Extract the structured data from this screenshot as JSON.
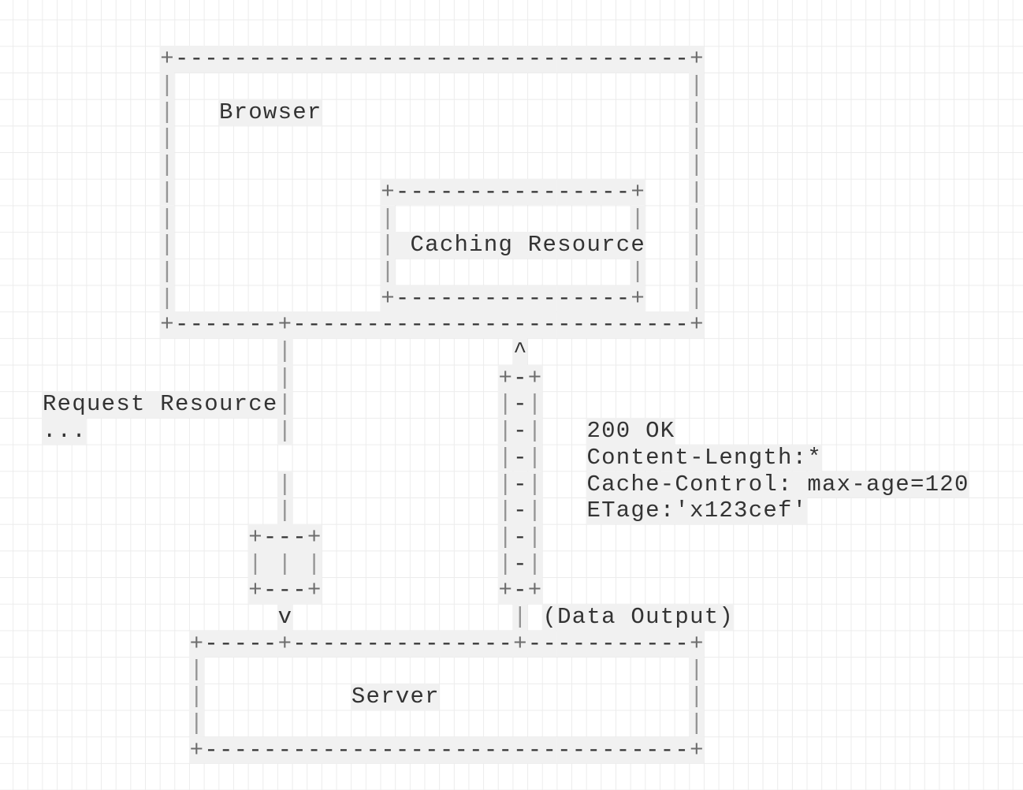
{
  "diagram": {
    "kind": "ascii-flow-diagram",
    "colors": {
      "background": "#ffffff",
      "grid_line": "#ececec",
      "cell_highlight": "#f1f1f1",
      "glyph": "#333333",
      "glyph_vertical_bar": "#949494",
      "glyph_plus_joint": "#6d6d6d"
    },
    "nodes": [
      {
        "id": "browser",
        "label": "Browser",
        "grid_rect": {
          "c0": 8,
          "r0": 0,
          "c1": 44,
          "r1": 10
        }
      },
      {
        "id": "caching-resource",
        "label": "Caching Resource",
        "parent": "browser",
        "grid_rect": {
          "c0": 23,
          "r0": 5,
          "c1": 40,
          "r1": 9
        }
      },
      {
        "id": "server",
        "label": "Server",
        "grid_rect": {
          "c0": 10,
          "r0": 22,
          "c1": 44,
          "r1": 26
        }
      }
    ],
    "flows": [
      {
        "from": "Browser",
        "to": "Server",
        "direction": "down",
        "arrow_glyph": "v",
        "label": "Request Resource",
        "label_continuation": "..."
      },
      {
        "from": "Server",
        "to": "Browser",
        "direction": "up",
        "arrow_glyph": "^",
        "label": "200 OK",
        "headers": [
          "Content-Length:*",
          "Cache-Control: max-age=120",
          "ETage:'x123cef'"
        ],
        "annotation": "(Data Output)"
      }
    ],
    "rows": [
      {
        "row": 0,
        "segments": [
          {
            "col": 8,
            "text": "+-----------------------------------+"
          }
        ]
      },
      {
        "row": 1,
        "segments": [
          {
            "col": 8,
            "text": "|"
          },
          {
            "col": 44,
            "text": "|"
          }
        ]
      },
      {
        "row": 2,
        "segments": [
          {
            "col": 8,
            "text": "|"
          },
          {
            "col": 12,
            "text": "Browser"
          },
          {
            "col": 44,
            "text": "|"
          }
        ]
      },
      {
        "row": 3,
        "segments": [
          {
            "col": 8,
            "text": "|"
          },
          {
            "col": 44,
            "text": "|"
          }
        ]
      },
      {
        "row": 4,
        "segments": [
          {
            "col": 8,
            "text": "|"
          },
          {
            "col": 44,
            "text": "|"
          }
        ]
      },
      {
        "row": 5,
        "segments": [
          {
            "col": 8,
            "text": "|"
          },
          {
            "col": 23,
            "text": "+----------------+"
          },
          {
            "col": 44,
            "text": "|"
          }
        ]
      },
      {
        "row": 6,
        "segments": [
          {
            "col": 8,
            "text": "|"
          },
          {
            "col": 23,
            "text": "|"
          },
          {
            "col": 40,
            "text": "|"
          },
          {
            "col": 44,
            "text": "|"
          }
        ]
      },
      {
        "row": 7,
        "segments": [
          {
            "col": 8,
            "text": "|"
          },
          {
            "col": 23,
            "text": "| Caching Resource"
          },
          {
            "col": 44,
            "text": "|"
          }
        ]
      },
      {
        "row": 8,
        "segments": [
          {
            "col": 8,
            "text": "|"
          },
          {
            "col": 23,
            "text": "|"
          },
          {
            "col": 40,
            "text": "|"
          },
          {
            "col": 44,
            "text": "|"
          }
        ]
      },
      {
        "row": 9,
        "segments": [
          {
            "col": 8,
            "text": "|"
          },
          {
            "col": 23,
            "text": "+----------------+"
          },
          {
            "col": 44,
            "text": "|"
          }
        ]
      },
      {
        "row": 10,
        "segments": [
          {
            "col": 8,
            "text": "+-------+---------------------------+"
          }
        ]
      },
      {
        "row": 11,
        "segments": [
          {
            "col": 16,
            "text": "|"
          },
          {
            "col": 32,
            "text": "^"
          }
        ]
      },
      {
        "row": 12,
        "segments": [
          {
            "col": 16,
            "text": "|"
          },
          {
            "col": 31,
            "text": "+-+"
          }
        ]
      },
      {
        "row": 13,
        "segments": [
          {
            "col": 0,
            "text": "Request Resource|"
          },
          {
            "col": 31,
            "text": "|-|"
          }
        ]
      },
      {
        "row": 14,
        "segments": [
          {
            "col": 0,
            "text": "..."
          },
          {
            "col": 16,
            "text": "|"
          },
          {
            "col": 31,
            "text": "|-|"
          },
          {
            "col": 37,
            "text": "200 OK"
          }
        ]
      },
      {
        "row": 15,
        "segments": [
          {
            "col": 31,
            "text": "|-|"
          },
          {
            "col": 37,
            "text": "Content-Length:*"
          }
        ]
      },
      {
        "row": 16,
        "segments": [
          {
            "col": 16,
            "text": "|"
          },
          {
            "col": 31,
            "text": "|-|"
          },
          {
            "col": 37,
            "text": "Cache-Control: max-age=120"
          }
        ]
      },
      {
        "row": 17,
        "segments": [
          {
            "col": 16,
            "text": "|"
          },
          {
            "col": 31,
            "text": "|-|"
          },
          {
            "col": 37,
            "text": "ETage:'x123cef'"
          }
        ]
      },
      {
        "row": 18,
        "segments": [
          {
            "col": 14,
            "text": "+---+"
          },
          {
            "col": 31,
            "text": "|-|"
          }
        ]
      },
      {
        "row": 19,
        "segments": [
          {
            "col": 14,
            "text": "| | |"
          },
          {
            "col": 31,
            "text": "|-|"
          }
        ]
      },
      {
        "row": 20,
        "segments": [
          {
            "col": 14,
            "text": "+---+"
          },
          {
            "col": 31,
            "text": "+-+"
          }
        ]
      },
      {
        "row": 21,
        "segments": [
          {
            "col": 16,
            "text": "v"
          },
          {
            "col": 32,
            "text": "|"
          },
          {
            "col": 34,
            "text": "(Data Output)"
          }
        ]
      },
      {
        "row": 22,
        "segments": [
          {
            "col": 10,
            "text": "+-----+---------------+-----------+"
          }
        ]
      },
      {
        "row": 23,
        "segments": [
          {
            "col": 10,
            "text": "|"
          },
          {
            "col": 44,
            "text": "|"
          }
        ]
      },
      {
        "row": 24,
        "segments": [
          {
            "col": 10,
            "text": "|"
          },
          {
            "col": 21,
            "text": "Server"
          },
          {
            "col": 44,
            "text": "|"
          }
        ]
      },
      {
        "row": 25,
        "segments": [
          {
            "col": 10,
            "text": "|"
          },
          {
            "col": 44,
            "text": "|"
          }
        ]
      },
      {
        "row": 26,
        "segments": [
          {
            "col": 10,
            "text": "+---------------------------------+"
          }
        ]
      }
    ]
  }
}
